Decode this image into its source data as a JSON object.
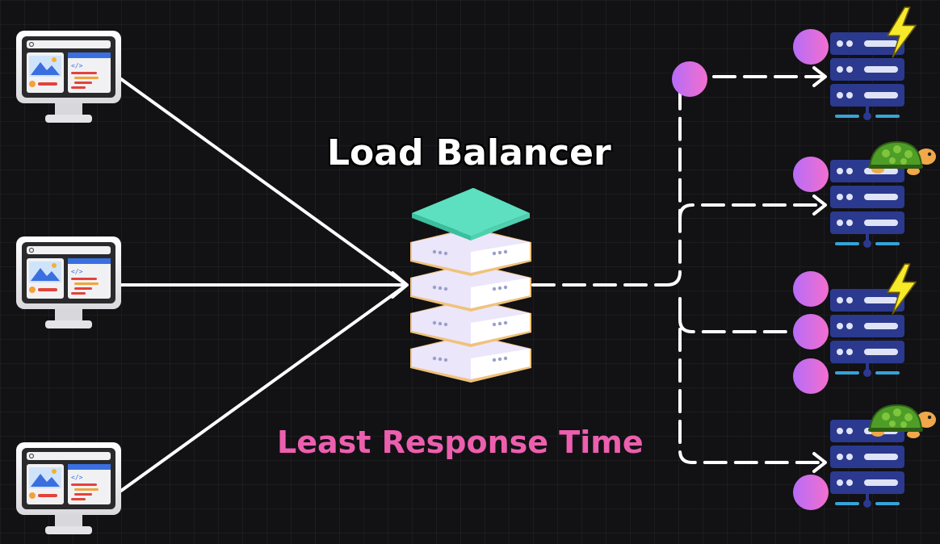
{
  "title": "Load Balancer",
  "algorithm": "Least Response Time",
  "colors": {
    "background": "#121114",
    "arrow": "#ffffff",
    "label_primary": "#ffffff",
    "label_algorithm": "#ec5fae",
    "lb_top": "#5de0bf",
    "lb_body": "#ece6fb",
    "server_body": "#2b3a8f",
    "connection_dot_start": "#c471f5",
    "connection_dot_end": "#fa71cd"
  },
  "clients": [
    {
      "icon": "desktop-browser-icon"
    },
    {
      "icon": "desktop-browser-icon"
    },
    {
      "icon": "desktop-browser-icon"
    }
  ],
  "servers": [
    {
      "icon": "server-rack-icon",
      "speed_icon": "lightning-icon",
      "active_connections": 1
    },
    {
      "icon": "server-rack-icon",
      "speed_icon": "turtle-icon",
      "active_connections": 1
    },
    {
      "icon": "server-rack-icon",
      "speed_icon": "lightning-icon",
      "active_connections": 3
    },
    {
      "icon": "server-rack-icon",
      "speed_icon": "turtle-icon",
      "active_connections": 1
    }
  ],
  "request_token": {
    "icon": "request-dot-icon"
  }
}
